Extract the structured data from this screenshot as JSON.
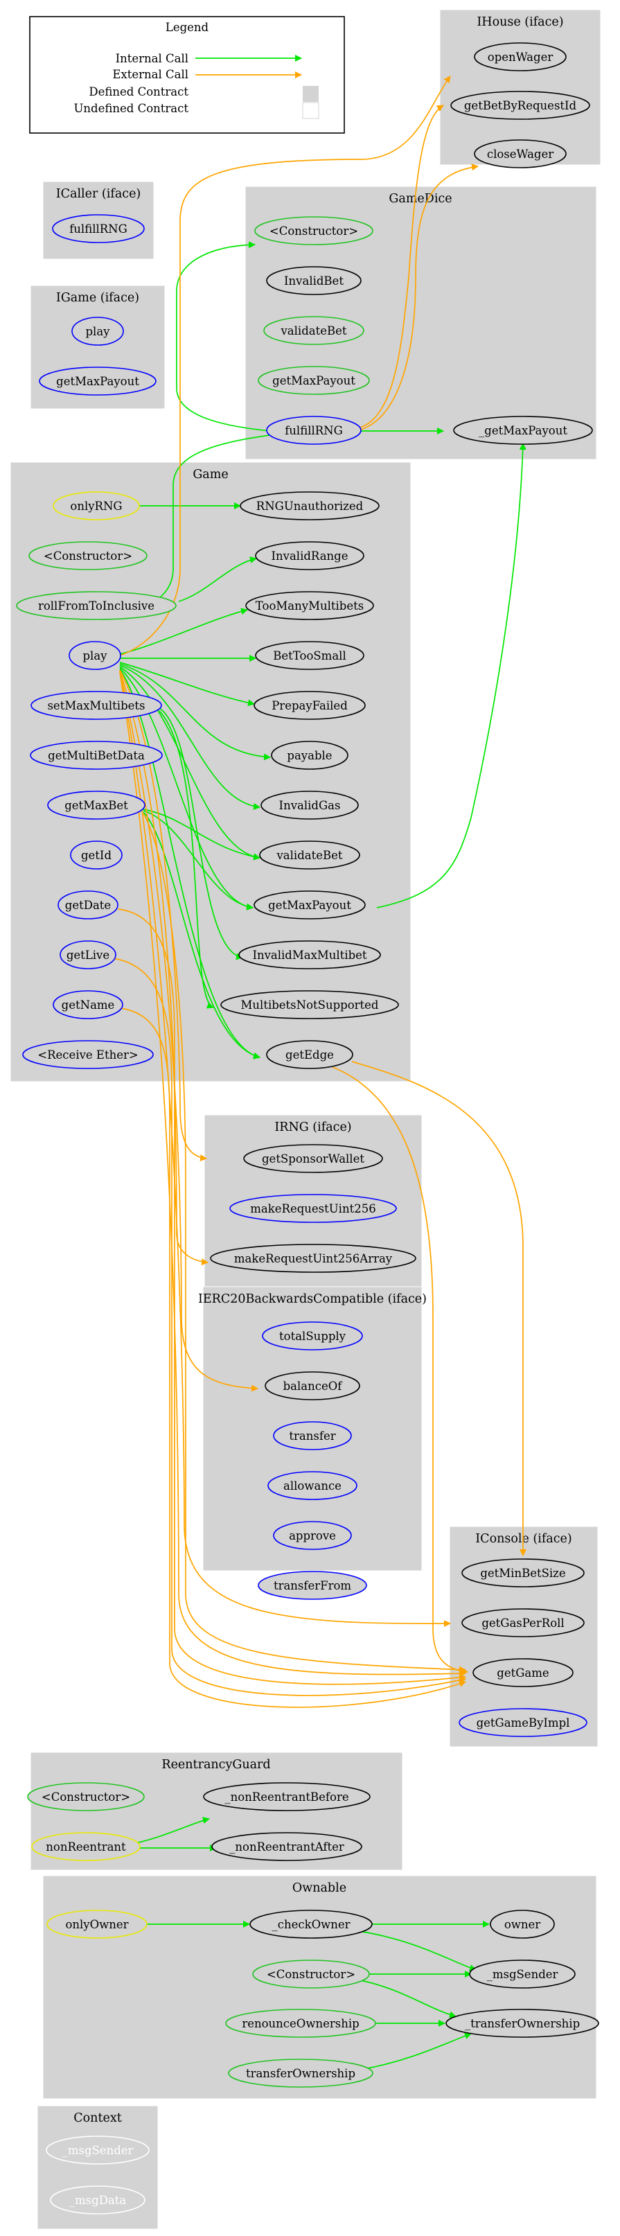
{
  "legend": {
    "title": "Legend",
    "internal_call": "Internal Call",
    "external_call": "External Call",
    "defined_contract": "Defined Contract",
    "undefined_contract": "Undefined Contract"
  },
  "colors": {
    "internal": "#00e600",
    "external": "#ffa500",
    "constructor_border": "#22c322",
    "public_border": "#0000ff",
    "modifier_border": "#e8e800",
    "undefined_border": "#000000",
    "cluster_fill": "#d3d3d3",
    "context_border": "#ffffff"
  },
  "clusters": {
    "ihouse": "IHouse  (iface)",
    "icaller": "ICaller  (iface)",
    "gamedice": "GameDice",
    "igame": "IGame  (iface)",
    "game": "Game",
    "irng": "IRNG  (iface)",
    "ierc20": "IERC20BackwardsCompatible  (iface)",
    "iconsole": "IConsole  (iface)",
    "reentrancy": "ReentrancyGuard",
    "ownable": "Ownable",
    "context": "Context"
  },
  "nodes": {
    "ihouse_openWager": "openWager",
    "ihouse_getBetByRequestId": "getBetByRequestId",
    "ihouse_closeWager": "closeWager",
    "icaller_fulfillRNG": "fulfillRNG",
    "gd_constructor": "<Constructor>",
    "gd_invalidBet": "InvalidBet",
    "gd_validateBet": "validateBet",
    "gd_getMaxPayout": "getMaxPayout",
    "gd_fulfillRNG": "fulfillRNG",
    "gd__getMaxPayout": "_getMaxPayout",
    "igame_play": "play",
    "igame_getMaxPayout": "getMaxPayout",
    "g_onlyRNG": "onlyRNG",
    "g_rngUnauthorized": "RNGUnauthorized",
    "g_constructor": "<Constructor>",
    "g_invalidRange": "InvalidRange",
    "g_rollFromToInclusive": "rollFromToInclusive",
    "g_tooManyMultibets": "TooManyMultibets",
    "g_play": "play",
    "g_betTooSmall": "BetTooSmall",
    "g_prepayFailed": "PrepayFailed",
    "g_setMaxMultibets": "setMaxMultibets",
    "g_payable": "payable",
    "g_getMultiBetData": "getMultiBetData",
    "g_invalidGas": "InvalidGas",
    "g_getMaxBet": "getMaxBet",
    "g_validateBet": "validateBet",
    "g_getId": "getId",
    "g_getMaxPayout": "getMaxPayout",
    "g_getDate": "getDate",
    "g_invalidMaxMultibet": "InvalidMaxMultibet",
    "g_getLive": "getLive",
    "g_multibetsNotSupported": "MultibetsNotSupported",
    "g_getName": "getName",
    "g_getEdge": "getEdge",
    "g_receiveEther": "<Receive Ether>",
    "irng_getSponsorWallet": "getSponsorWallet",
    "irng_makeRequestUint256": "makeRequestUint256",
    "irng_makeRequestUint256Array": "makeRequestUint256Array",
    "erc_totalSupply": "totalSupply",
    "erc_balanceOf": "balanceOf",
    "erc_transfer": "transfer",
    "erc_allowance": "allowance",
    "erc_approve": "approve",
    "erc_transferFrom": "transferFrom",
    "ic_getMinBetSize": "getMinBetSize",
    "ic_getGasPerRoll": "getGasPerRoll",
    "ic_getGame": "getGame",
    "ic_getGameByImpl": "getGameByImpl",
    "rg_constructor": "<Constructor>",
    "rg_nonReentrant": "nonReentrant",
    "rg_nonReentrantBefore": "_nonReentrantBefore",
    "rg_nonReentrantAfter": "_nonReentrantAfter",
    "ow_onlyOwner": "onlyOwner",
    "ow_checkOwner": "_checkOwner",
    "ow_owner": "owner",
    "ow_constructor": "<Constructor>",
    "ow_msgSender": "_msgSender",
    "ow_renounceOwnership": "renounceOwnership",
    "ow_transferOwnership_int": "_transferOwnership",
    "ow_transferOwnership": "transferOwnership",
    "ctx_msgSender": "_msgSender",
    "ctx_msgData": "_msgData"
  }
}
